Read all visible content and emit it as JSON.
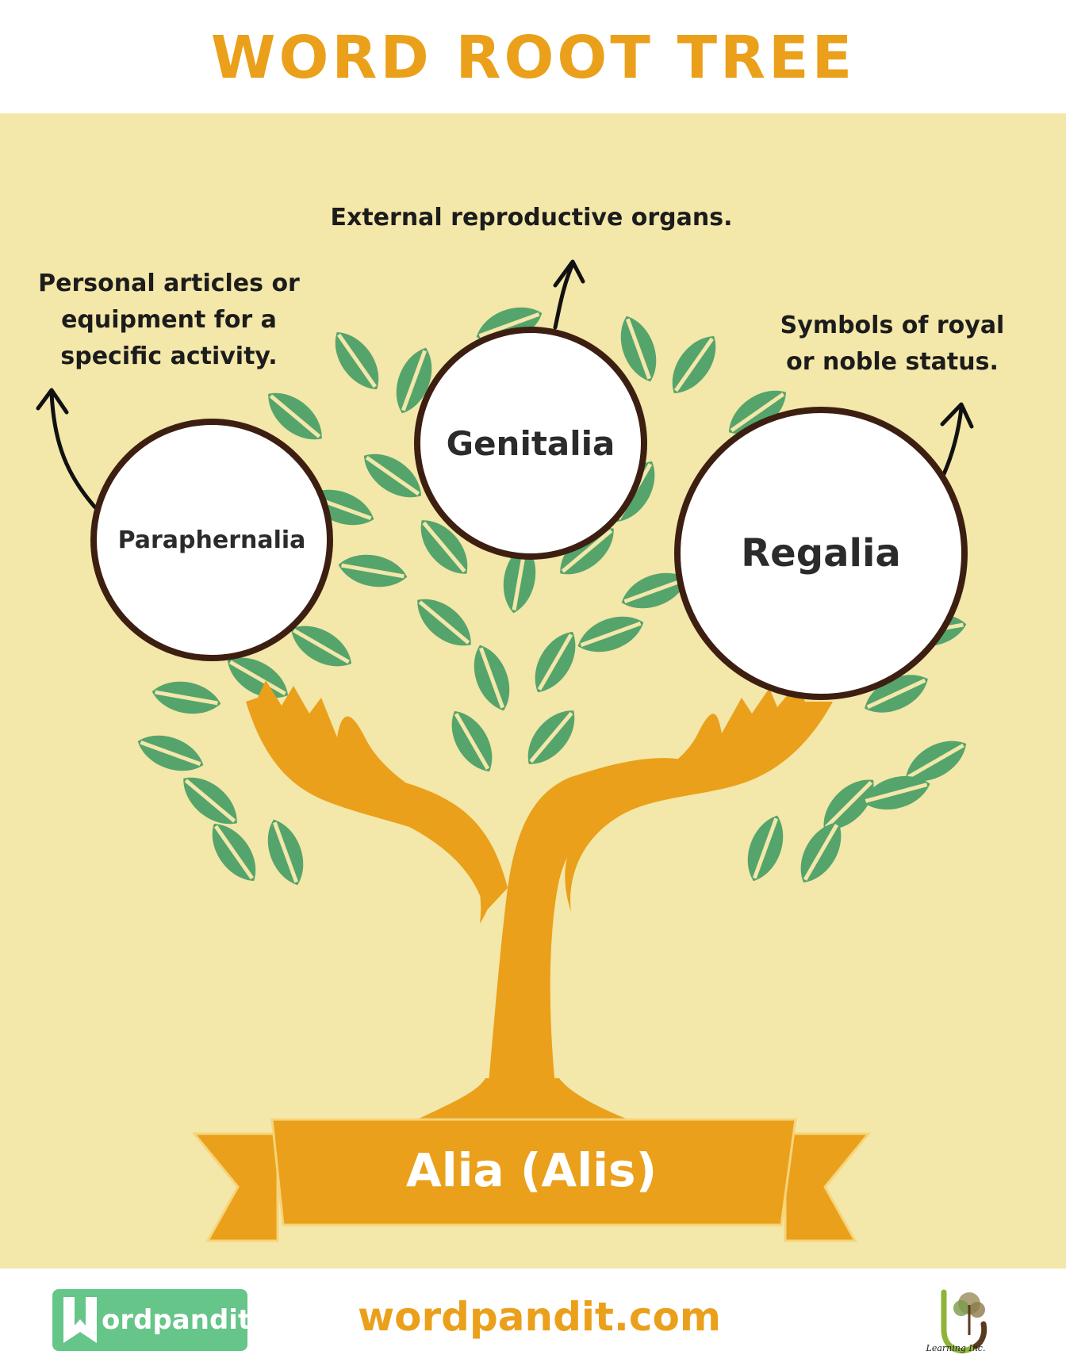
{
  "title": "WORD ROOT TREE",
  "root": "Alia (Alis)",
  "branches": [
    {
      "word": "Paraphernalia",
      "definition": "Personal articles or equipment for a specific activity."
    },
    {
      "word": "Genitalia",
      "definition": "External reproductive organs."
    },
    {
      "word": "Regalia",
      "definition": "Symbols of royal or noble status."
    }
  ],
  "footer": {
    "brand": "ordpandit",
    "website": "wordpandit.com",
    "partner": "Learning Inc."
  },
  "colors": {
    "accent": "#eaa01a",
    "background": "#f3e7a9",
    "leaf": "#55a46c",
    "bubble_border": "#3d1f12",
    "brand_green": "#66c588"
  },
  "icons": [
    "arrow-icon",
    "tree-icon",
    "hand-icon",
    "leaf-icon",
    "ribbon-icon",
    "logo-icon"
  ]
}
